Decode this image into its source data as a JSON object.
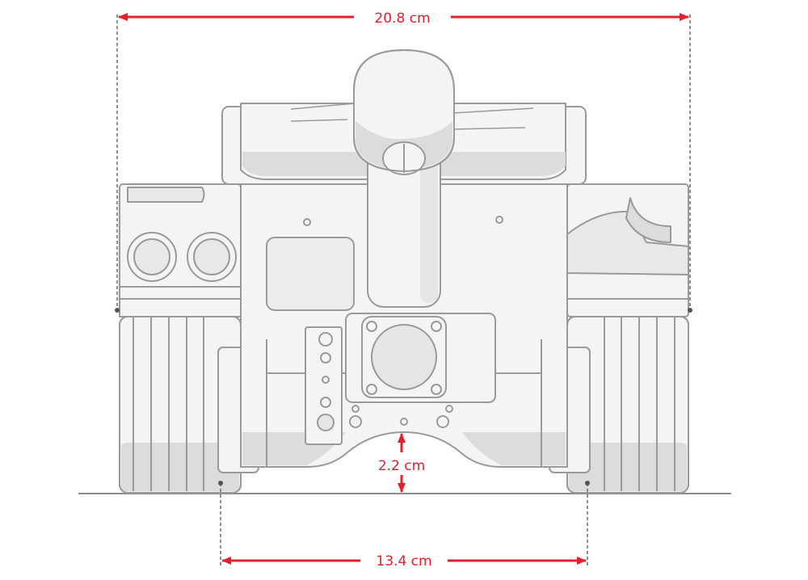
{
  "dimensions": {
    "overall_width": "20.8 cm",
    "track_gauge": "13.4 cm",
    "ground_clearance": "2.2 cm"
  },
  "colors": {
    "outline": "#9a9a9a",
    "dark_outline": "#7a7a7a",
    "fill": "#f4f4f4",
    "shade": "#dcdcdc",
    "accent": "#e3202b",
    "ground": "#8c8c8c"
  }
}
